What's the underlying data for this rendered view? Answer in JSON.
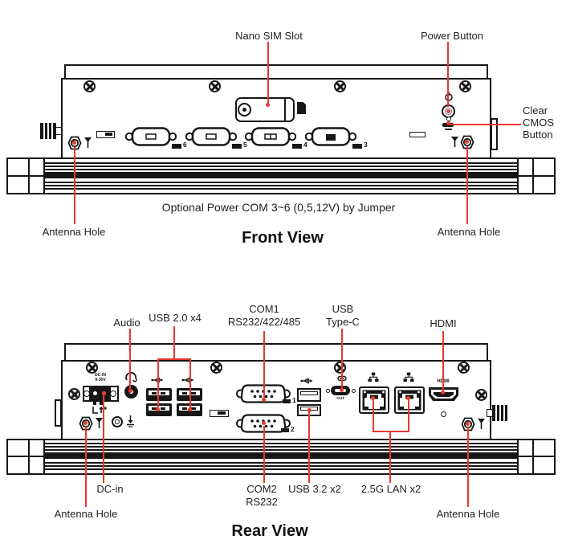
{
  "colors": {
    "red": "#e8392e",
    "ink": "#161616",
    "text": "#222222"
  },
  "front_view": {
    "title": "Front View",
    "caption": "Optional Power COM 3~6 (0,5,12V) by Jumper",
    "labels": {
      "nano_sim_slot": "Nano SIM Slot",
      "power_button": "Power Button",
      "clear_cmos_button": "Clear CMOS Button",
      "antenna_hole_left": "Antenna Hole",
      "antenna_hole_right": "Antenna Hole"
    },
    "com_port_tags": [
      "6",
      "5",
      "4",
      "3"
    ]
  },
  "rear_view": {
    "title": "Rear View",
    "labels": {
      "audio": "Audio",
      "usb20": "USB 2.0 x4",
      "com1_line1": "COM1",
      "com1_line2": "RS232/422/485",
      "usbc_line1": "USB",
      "usbc_line2": "Type-C",
      "hdmi": "HDMI",
      "dc_in": "DC-in",
      "com2_line1": "COM2",
      "com2_line2": "RS232",
      "usb32": "USB 3.2 x2",
      "lan": "2.5G LAN x2",
      "antenna_hole_left": "Antenna Hole",
      "antenna_hole_right": "Antenna Hole"
    },
    "panel_legends": {
      "dc_in_line1": "DC-IN",
      "dc_in_line2": "9-36V",
      "hdmi": "HDMI",
      "typec_out": "OUT",
      "com1_tag": "1",
      "com2_tag": "2"
    }
  },
  "icons": {
    "screw": "phillips-cross-in-circle",
    "power": "power-symbol",
    "antenna": "antenna-Y-symbol",
    "headphone": "headphone-arc",
    "usb": "usb-trident",
    "network": "lan-nodes",
    "ground": "earth-ground",
    "dc_polarity": "polarity-bracket",
    "sim_card": "sim-notched-card",
    "usb_c": "type-c-pill"
  }
}
